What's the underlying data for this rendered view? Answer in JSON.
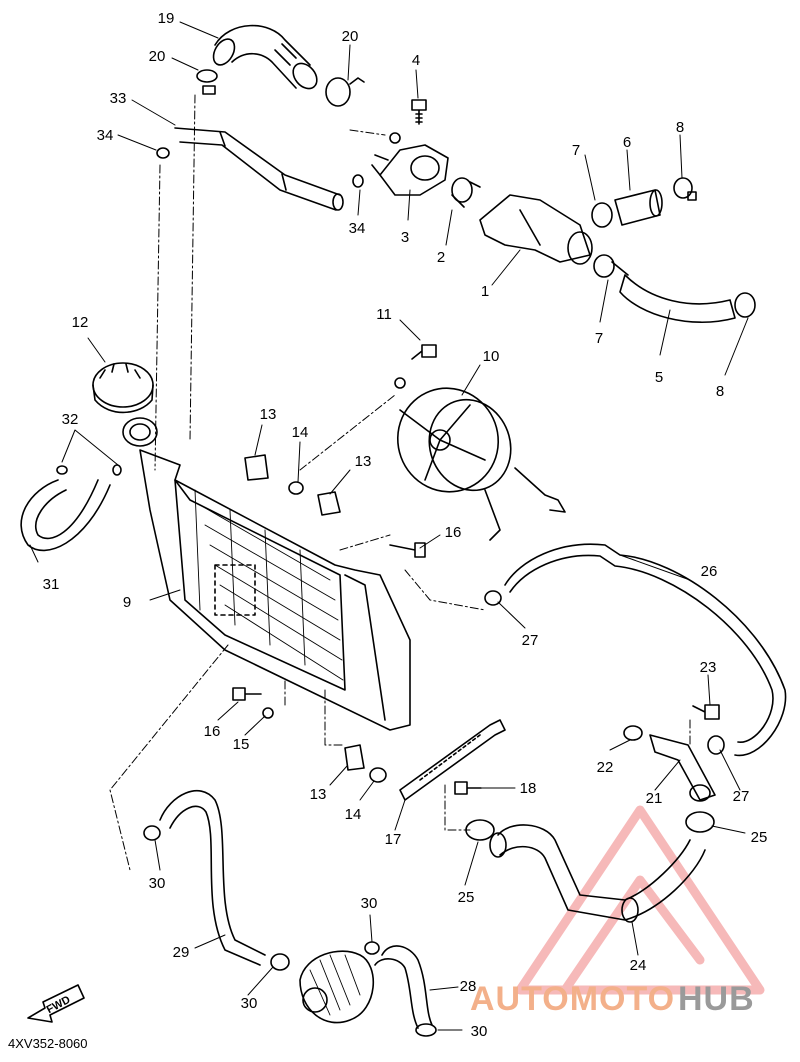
{
  "diagram": {
    "callouts": [
      "1",
      "2",
      "3",
      "4",
      "5",
      "6",
      "7",
      "7",
      "8",
      "8",
      "9",
      "10",
      "11",
      "12",
      "13",
      "13",
      "13",
      "14",
      "14",
      "15",
      "16",
      "16",
      "17",
      "18",
      "19",
      "20",
      "20",
      "21",
      "22",
      "23",
      "24",
      "25",
      "25",
      "26",
      "27",
      "27",
      "28",
      "29",
      "30",
      "30",
      "30",
      "30",
      "31",
      "32",
      "33",
      "34",
      "34"
    ],
    "part_code": "4XV352-8060",
    "fwd_label": "FWD"
  },
  "watermark": {
    "text_part1": "AUTOMOTO",
    "text_part2": "HUB",
    "color_primary": "#f3b08a",
    "color_secondary": "#9a9a9a",
    "triangle_color": "#f08080"
  }
}
